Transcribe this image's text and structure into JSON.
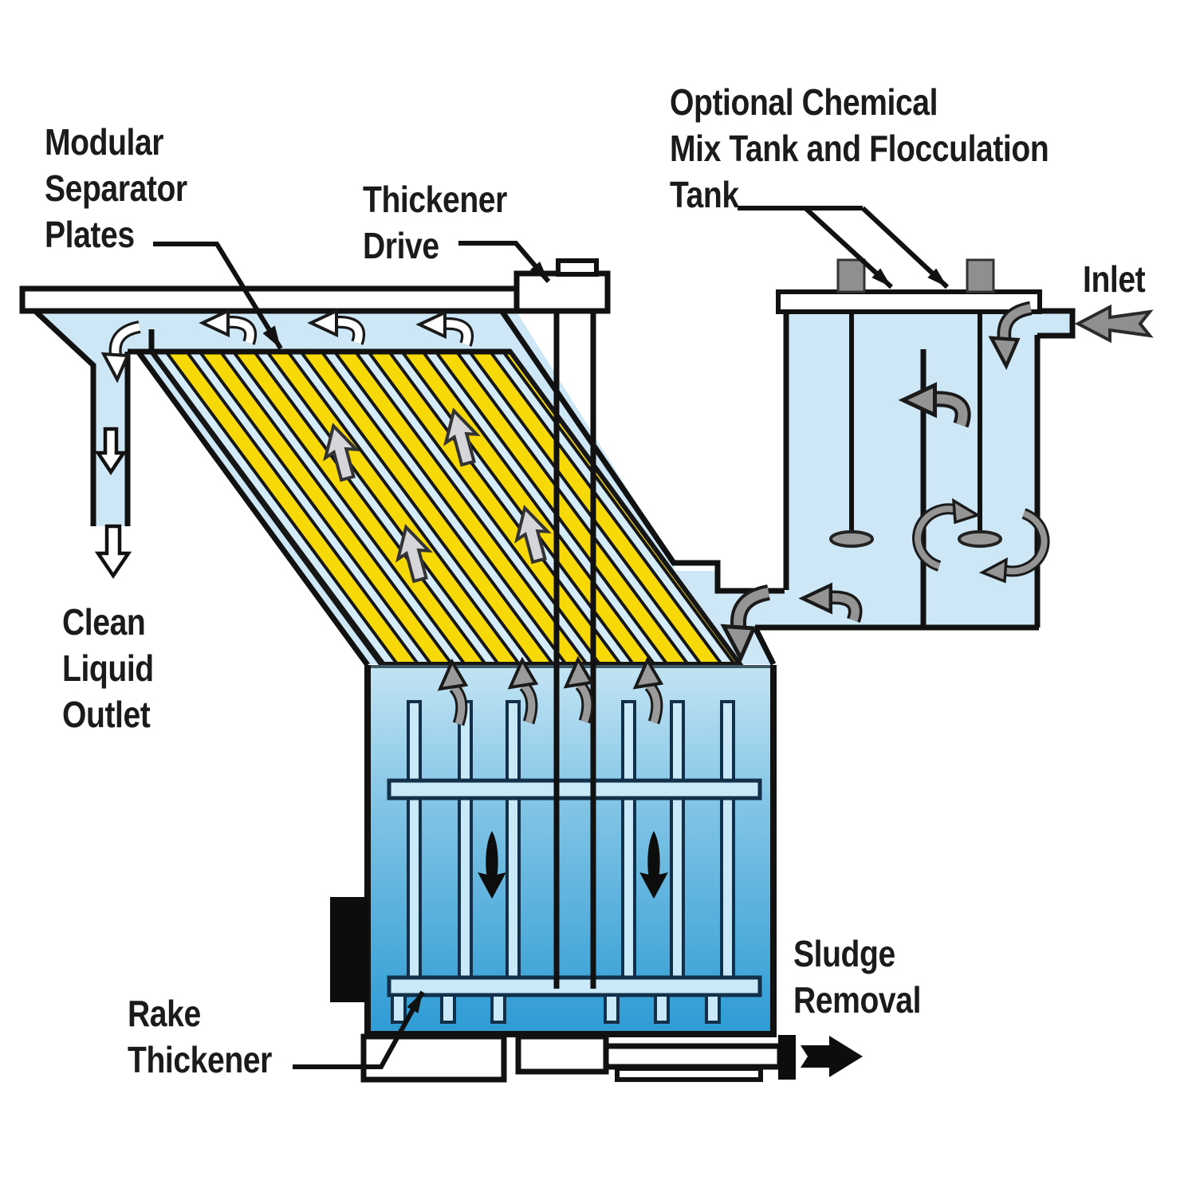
{
  "diagram": {
    "type": "process-diagram",
    "labels": {
      "modular_separator_plates": "Modular\nSeparator\nPlates",
      "thickener_drive": "Thickener\nDrive",
      "optional_chemical_tank": "Optional Chemical\nMix Tank and Flocculation\nTank",
      "inlet": "Inlet",
      "clean_liquid_outlet": "Clean\nLiquid\nOutlet",
      "rake_thickener": "Rake\nThickener",
      "sludge_removal": "Sludge\nRemoval"
    },
    "colors": {
      "water_light": "#cde7f7",
      "tank_gradient_top": "#c3e4f4",
      "tank_gradient_mid": "#7fc3e5",
      "tank_gradient_bottom": "#2d9bd4",
      "plate_yellow": "#f7d908",
      "plate_gap_blue": "#d4ebf8",
      "plate_line_black": "#161616",
      "outline_black": "#111111",
      "arrow_gray": "#949494",
      "arrow_silver": "#d6d6da",
      "arrow_white": "#ffffff",
      "motor_gray": "#8f8f8f"
    },
    "flow_icons": [
      "clean-water-left-arrows",
      "clean-liquid-down-arrows",
      "plate-rise-arrows",
      "tank-surface-up-arrows",
      "sludge-settle-down-arrows",
      "mix-tank-stir-arrows",
      "inlet-arrow",
      "sludge-removal-arrow"
    ]
  }
}
